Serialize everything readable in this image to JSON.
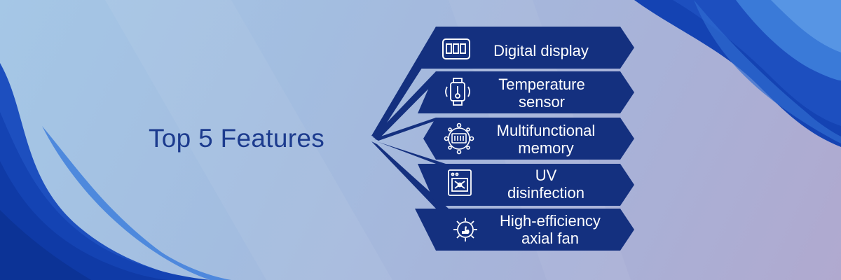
{
  "heading": "Top 5 Features",
  "features": [
    {
      "label": "Digital display",
      "icon": "digital-display-icon"
    },
    {
      "label": "Temperature\nsensor",
      "icon": "temperature-sensor-icon"
    },
    {
      "label": "Multifunctional\nmemory",
      "icon": "memory-chip-icon"
    },
    {
      "label": "UV\ndisinfection",
      "icon": "uv-disinfection-icon"
    },
    {
      "label": "High-efficiency\naxial fan",
      "icon": "efficiency-gear-icon"
    }
  ],
  "colors": {
    "chevron": "#14307f",
    "heading": "#1c3b8e",
    "wave_dark": "#1443b3",
    "wave_light": "#3a7ad8"
  }
}
